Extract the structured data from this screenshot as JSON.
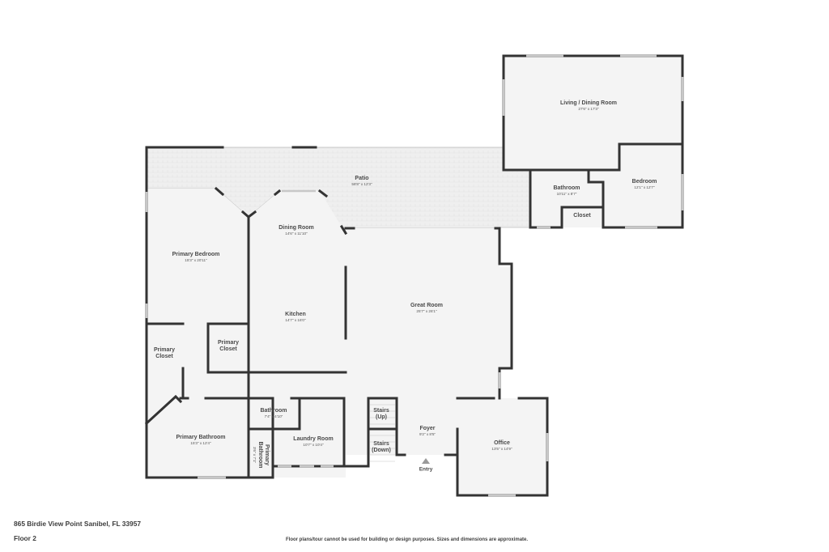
{
  "plan": {
    "address": "865 Birdie View Point Sanibel, FL 33957",
    "floor": "Floor 2",
    "disclaimer": "Floor plans/tour cannot be used for building or design purposes. Sizes and dimensions are approximate.",
    "entry_label": "Entry",
    "colors": {
      "wall": "#333333",
      "floor": "#f4f4f4",
      "window": "#cfcfcf",
      "patio": "#ececec",
      "background": "#ffffff"
    }
  },
  "rooms": {
    "living_dining": {
      "name": "Living / Dining Room",
      "dims": "27'6\" x 17'3\""
    },
    "bedroom": {
      "name": "Bedroom",
      "dims": "12'1\" x 12'7\""
    },
    "bathroom_upper": {
      "name": "Bathroom",
      "dims": "10'11\" x 8'7\""
    },
    "closet": {
      "name": "Closet"
    },
    "patio": {
      "name": "Patio",
      "dims": "58'8\" x 12'3\""
    },
    "dining_room": {
      "name": "Dining Room",
      "dims": "14'6\" x 11'10\""
    },
    "primary_bedroom": {
      "name": "Primary Bedroom",
      "dims": "15'3\" x 20'11\""
    },
    "kitchen": {
      "name": "Kitchen",
      "dims": "14'7\" x 16'0\""
    },
    "great_room": {
      "name": "Great Room",
      "dims": "25'7\" x 26'1\""
    },
    "primary_closet_1": {
      "name": "Primary\nCloset",
      "line1": "Primary",
      "line2": "Closet"
    },
    "primary_closet_2": {
      "name": "Primary\nCloset",
      "line1": "Primary",
      "line2": "Closet"
    },
    "bathroom_lower": {
      "name": "Bathroom",
      "dims": "7'4\" x 4'10\""
    },
    "primary_bathroom": {
      "name": "Primary Bathroom",
      "dims": "15'3\" x 12'4\""
    },
    "primary_bathroom_small": {
      "line1": "Primary",
      "line2": "Bathroom",
      "dims": "3'6\" x 7'1\""
    },
    "laundry_room": {
      "name": "Laundry Room",
      "dims": "10'7\" x 10'4\""
    },
    "stairs_up": {
      "line1": "Stairs",
      "line2": "(Up)"
    },
    "stairs_down": {
      "line1": "Stairs",
      "line2": "(Down)"
    },
    "foyer": {
      "name": "Foyer",
      "dims": "9'2\" x 8'5\""
    },
    "office": {
      "name": "Office",
      "dims": "13'5\" x 14'9\""
    }
  }
}
